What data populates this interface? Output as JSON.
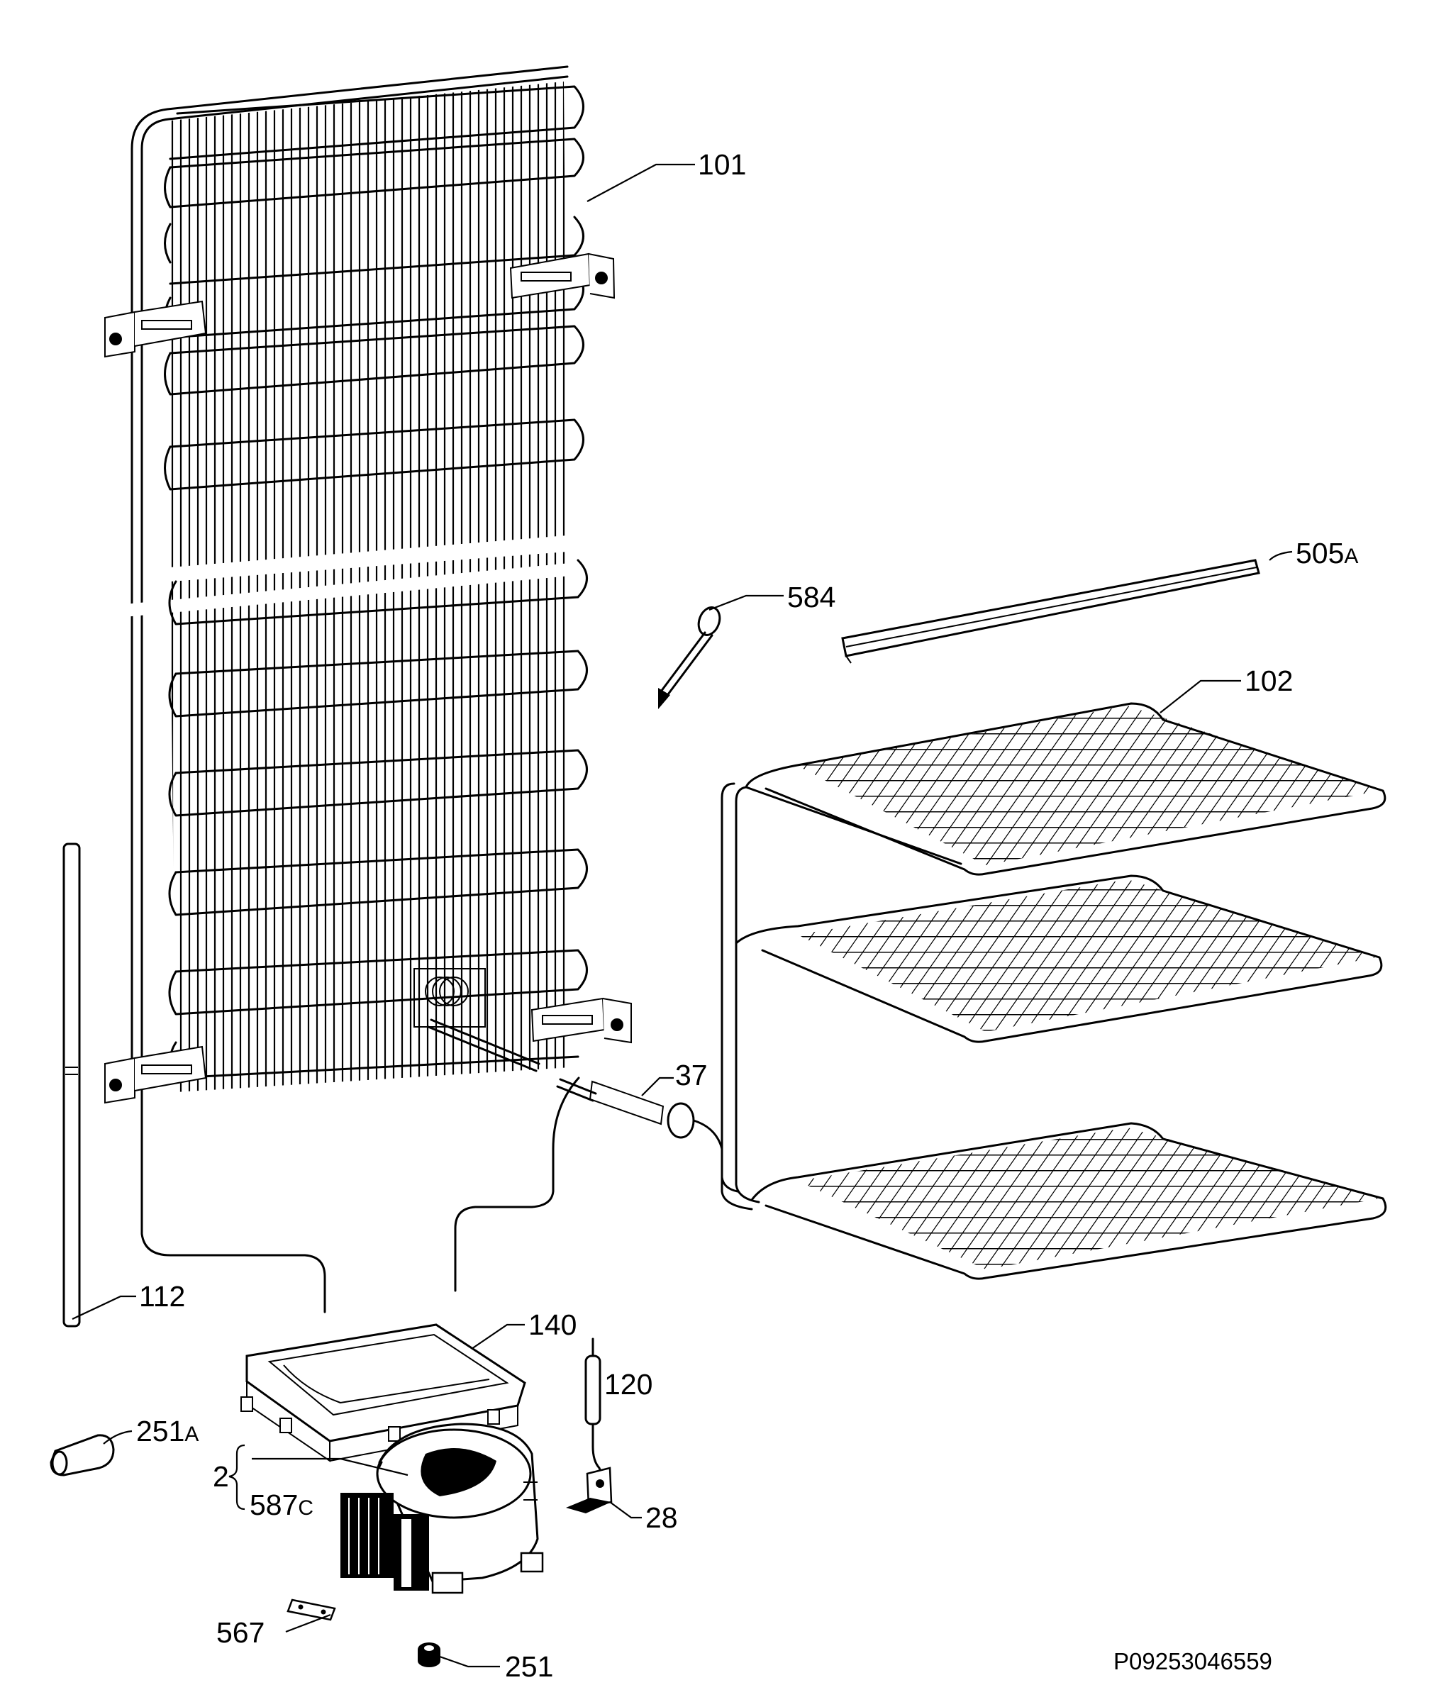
{
  "diagram": {
    "document_number": "P09253046559",
    "parts": [
      {
        "id": "p101",
        "label": "101"
      },
      {
        "id": "p505a",
        "label": "505",
        "suffix": "A"
      },
      {
        "id": "p584",
        "label": "584"
      },
      {
        "id": "p102",
        "label": "102"
      },
      {
        "id": "p37",
        "label": "37"
      },
      {
        "id": "p112",
        "label": "112"
      },
      {
        "id": "p140",
        "label": "140"
      },
      {
        "id": "p120",
        "label": "120"
      },
      {
        "id": "p251a",
        "label": "251",
        "suffix": "A"
      },
      {
        "id": "p2",
        "label": "2"
      },
      {
        "id": "p587c",
        "label": "587",
        "suffix": "C"
      },
      {
        "id": "p28",
        "label": "28"
      },
      {
        "id": "p567",
        "label": "567"
      },
      {
        "id": "p251",
        "label": "251"
      }
    ]
  }
}
